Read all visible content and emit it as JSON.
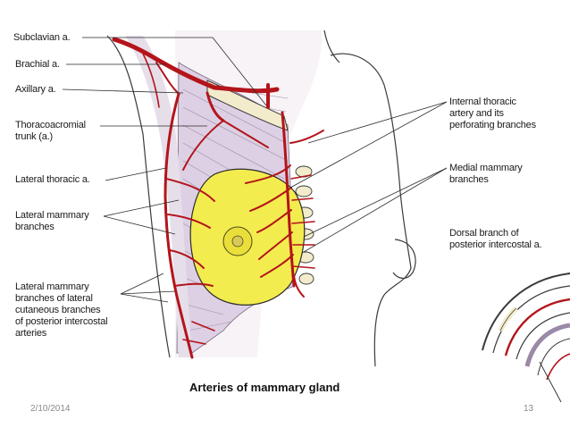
{
  "labels": {
    "subclavian": "Subclavian a.",
    "brachial": "Brachial a.",
    "axillary": "Axillary a.",
    "thoracoacromial": "Thoracoacromial\ntrunk (a.)",
    "lateral_thoracic": "Lateral thoracic a.",
    "lateral_mammary": "Lateral mammary\nbranches",
    "lateral_mammary_cutaneous": "Lateral mammary\nbranches of lateral\ncutaneous branches\nof posterior intercostal\narteries",
    "internal_thoracic": "Internal thoracic\nartery and its\nperforating branches",
    "medial_mammary": "Medial mammary\nbranches",
    "dorsal_branch": "Dorsal branch of\nposterior intercostal a."
  },
  "caption": "Arteries of mammary gland",
  "footer": {
    "date": "2/10/2014",
    "page": "13"
  },
  "colors": {
    "artery": "#b3141a",
    "gland": "#f3ec4e",
    "muscle": "#ddd0e4",
    "rib": "#f2eccc"
  }
}
